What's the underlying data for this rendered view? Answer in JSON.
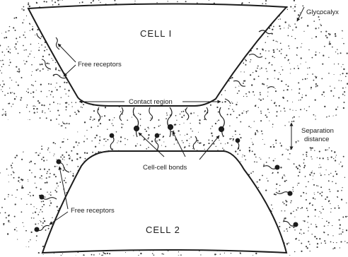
{
  "diagram": {
    "cell_1_label": "CELL I",
    "cell_2_label": "CELL 2",
    "glycocalyx_label": "Glycocalyx",
    "free_receptors_top_label": "Free receptors",
    "free_receptors_bottom_label": "Free receptors",
    "contact_region_label": "Contact region",
    "separation_label_line1": "Separation",
    "separation_label_line2": "distance",
    "bonds_label": "Cell-cell bonds"
  },
  "colors": {
    "ink": "#1c1c1c",
    "background": "#ffffff",
    "glycocalyx_stipple": "#3a3a3a"
  }
}
